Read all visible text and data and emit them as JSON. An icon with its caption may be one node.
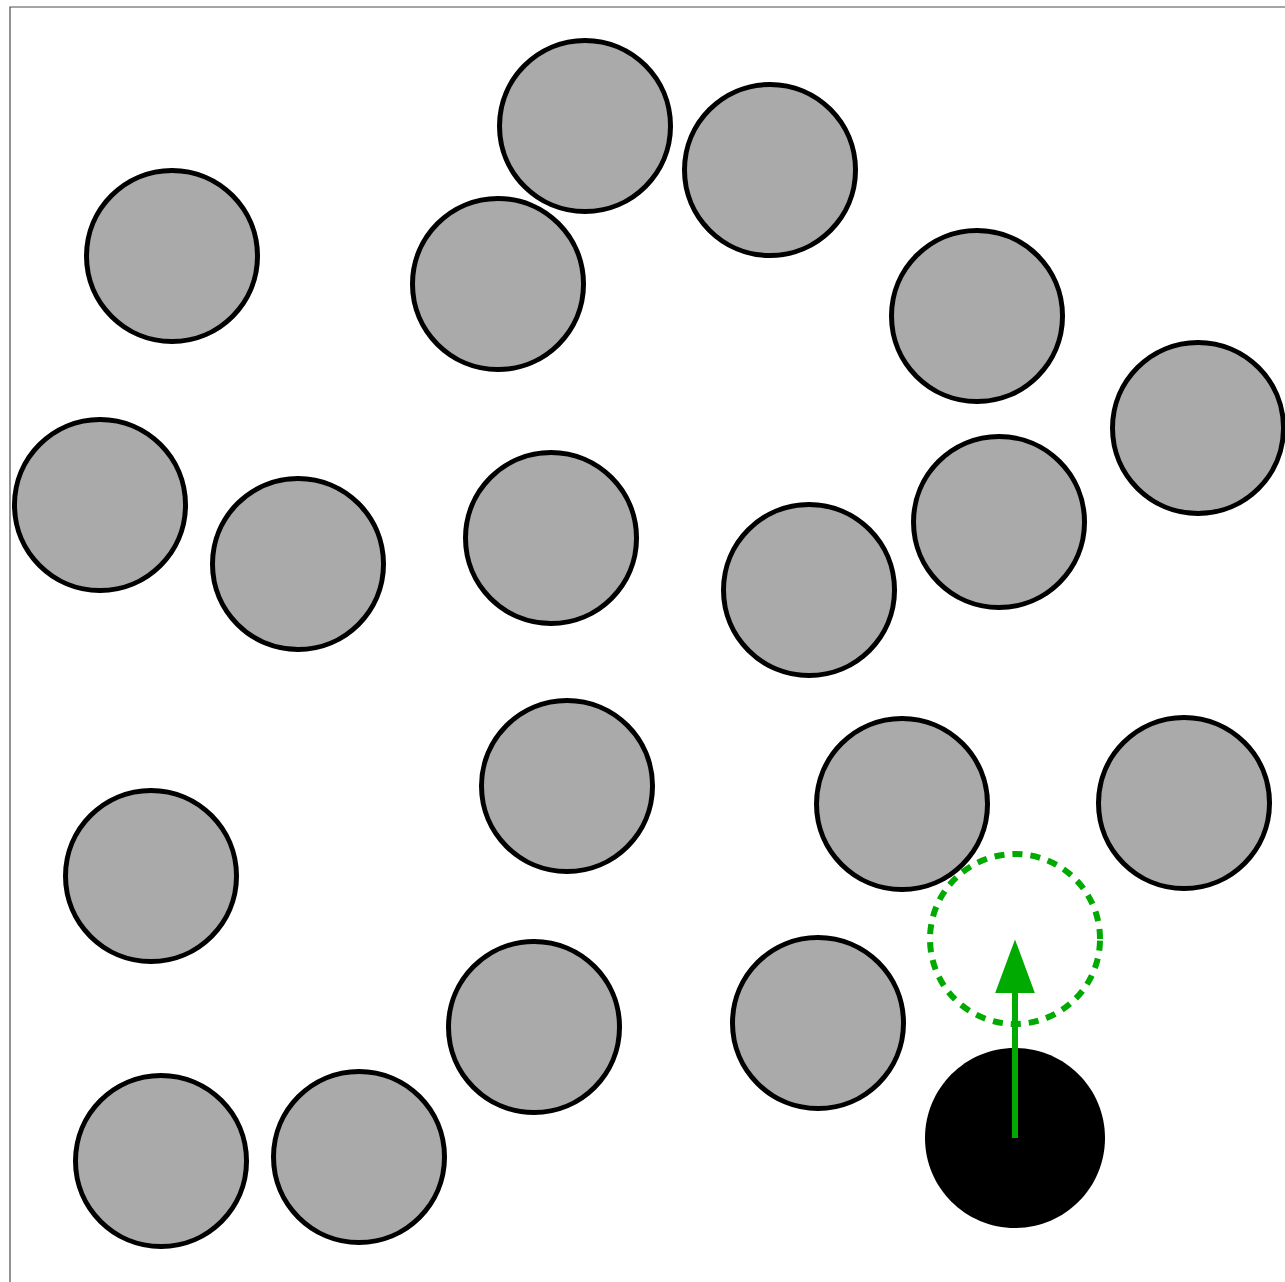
{
  "diagram": {
    "nodes": [
      {
        "text": [],
        "shape": "circle"
      },
      {
        "text": [],
        "shape": "circle"
      },
      {
        "text": [],
        "shape": "circle"
      },
      {
        "text": [],
        "shape": "circle"
      },
      {
        "text": [],
        "shape": "circle"
      },
      {
        "text": [],
        "shape": "circle"
      },
      {
        "text": [],
        "shape": "circle"
      },
      {
        "text": [],
        "shape": "circle"
      },
      {
        "text": [],
        "shape": "circle"
      },
      {
        "text": [],
        "shape": "circle"
      },
      {
        "text": [],
        "shape": "circle"
      },
      {
        "text": [],
        "shape": "circle"
      },
      {
        "text": [],
        "shape": "circle"
      },
      {
        "text": [],
        "shape": "circle"
      },
      {
        "text": [],
        "shape": "circle"
      },
      {
        "text": [],
        "shape": "circle"
      },
      {
        "text": [],
        "shape": "circle"
      },
      {
        "text": [],
        "shape": "circle"
      },
      {
        "text": [],
        "shape": "circle"
      },
      {
        "text": [],
        "shape": "circle"
      },
      {
        "text": [],
        "shape": "circle"
      }
    ],
    "edges": [
      {
        "from": 18,
        "to": 15,
        "arrow": "to",
        "color": "#00aa00"
      }
    ]
  }
}
